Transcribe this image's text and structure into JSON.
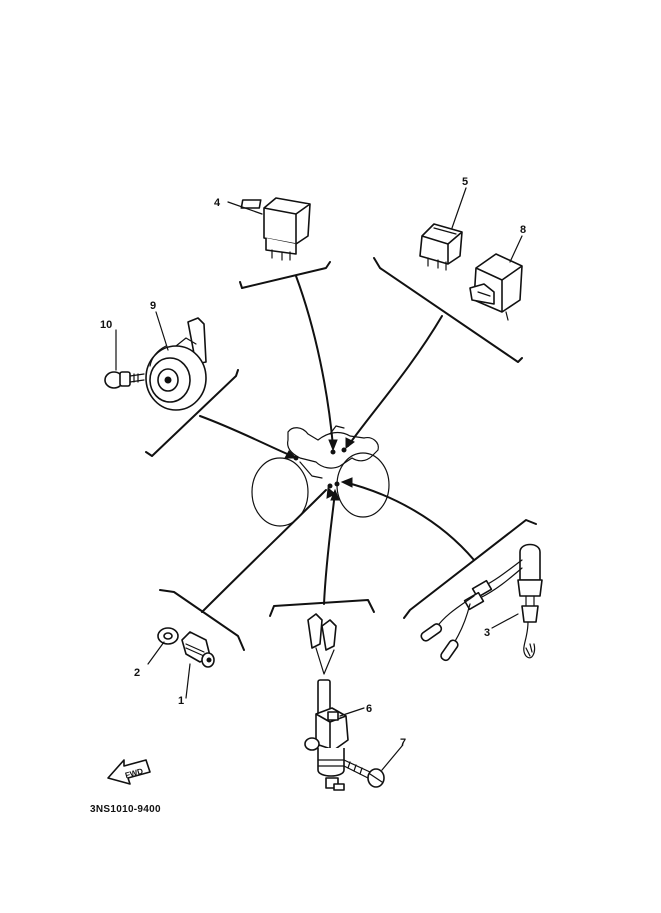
{
  "callouts": {
    "c1": "1",
    "c2": "2",
    "c3": "3",
    "c4": "4",
    "c5": "5",
    "c6": "6",
    "c7": "7",
    "c8": "8",
    "c9": "9",
    "c10": "10"
  },
  "direction_arrow": {
    "label": "FWD",
    "icon": "forward-arrow-icon"
  },
  "diagram_code": "3NS1010-9400",
  "colors": {
    "ink": "#111111",
    "paper": "#ffffff"
  }
}
